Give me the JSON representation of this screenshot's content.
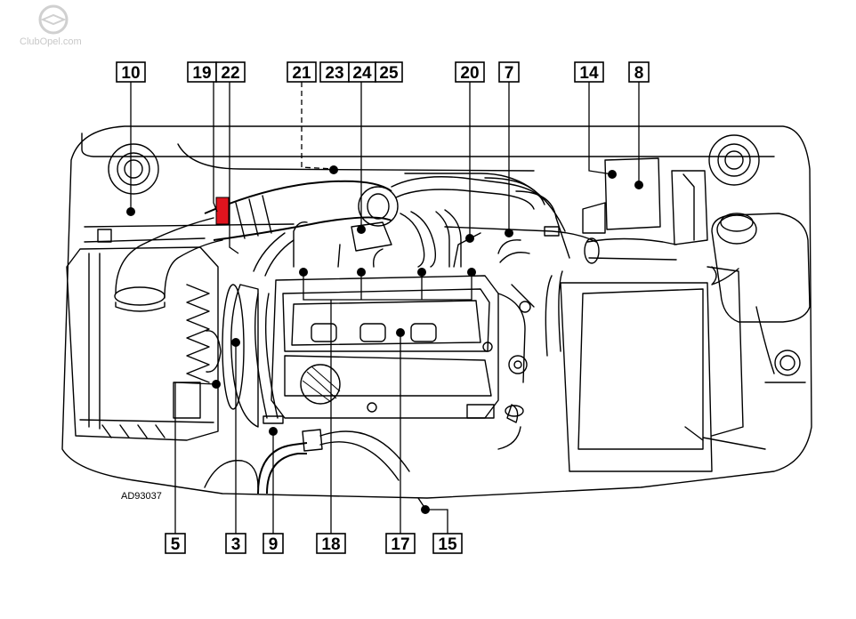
{
  "watermark": "ClubOpel.com",
  "figure_ref": "AD93037",
  "highlight_color": "#e0141e",
  "callouts_top": [
    "10",
    "19",
    "22",
    "21",
    "23",
    "24",
    "25",
    "20",
    "7",
    "14",
    "8"
  ],
  "callouts_bottom": [
    "5",
    "3",
    "9",
    "18",
    "17",
    "15"
  ]
}
